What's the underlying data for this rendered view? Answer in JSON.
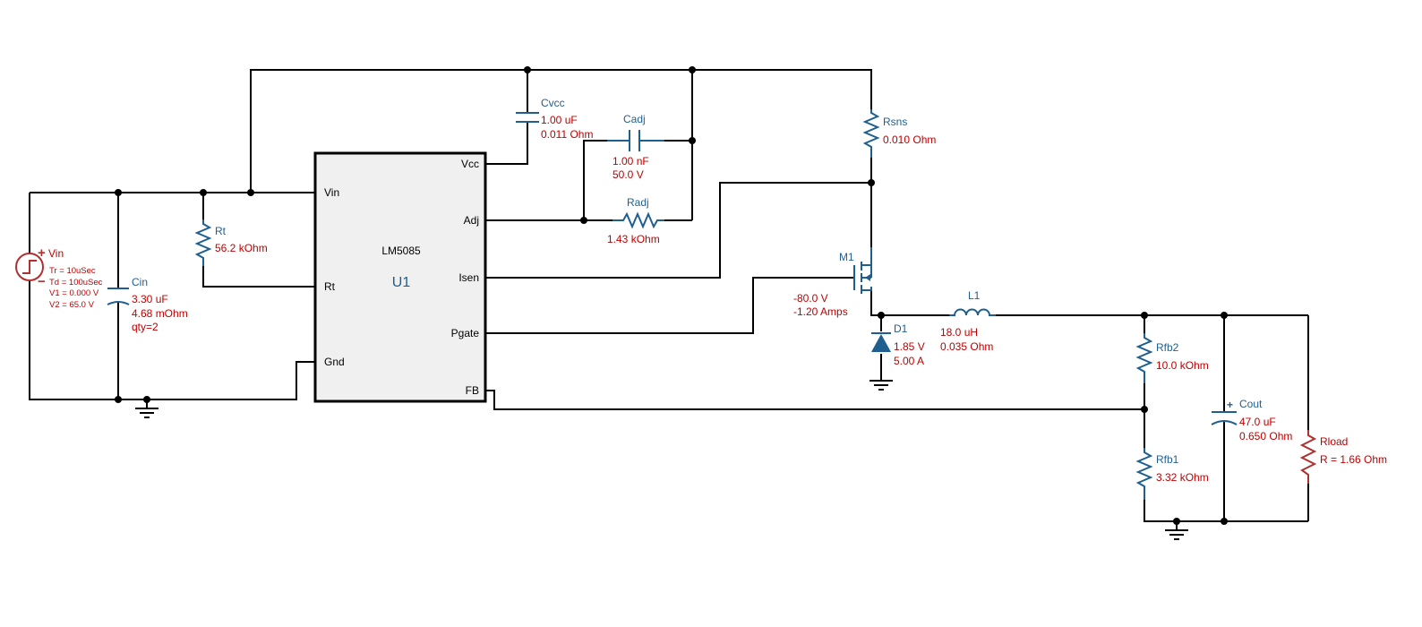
{
  "ic": {
    "part": "LM5085",
    "ref": "U1",
    "pins": {
      "vcc": "Vcc",
      "vin": "Vin",
      "adj": "Adj",
      "rt": "Rt",
      "isen": "Isen",
      "pgate": "Pgate",
      "gnd": "Gnd",
      "fb": "FB"
    }
  },
  "vin_source": {
    "name": "Vin",
    "plus": "+",
    "minus": "−",
    "params": [
      "Tr = 10uSec",
      "Td = 100uSec",
      "V1 = 0.000 V",
      "V2 = 65.0 V"
    ]
  },
  "cin": {
    "name": "Cin",
    "values": [
      "3.30 uF",
      "4.68 mOhm",
      "qty=2"
    ]
  },
  "rt": {
    "name": "Rt",
    "values": [
      "56.2 kOhm"
    ]
  },
  "cvcc": {
    "name": "Cvcc",
    "values": [
      "1.00 uF",
      "0.011 Ohm"
    ]
  },
  "cadj": {
    "name": "Cadj",
    "values": [
      "1.00 nF",
      "50.0 V"
    ]
  },
  "radj": {
    "name": "Radj",
    "values": [
      "1.43 kOhm"
    ]
  },
  "rsns": {
    "name": "Rsns",
    "values": [
      "0.010 Ohm"
    ]
  },
  "m1": {
    "name": "M1",
    "values": [
      "-80.0 V",
      "-1.20 Amps"
    ]
  },
  "d1": {
    "name": "D1",
    "values": [
      "1.85 V",
      "5.00 A"
    ]
  },
  "l1": {
    "name": "L1",
    "values": [
      "18.0 uH",
      "0.035 Ohm"
    ]
  },
  "rfb2": {
    "name": "Rfb2",
    "values": [
      "10.0 kOhm"
    ]
  },
  "rfb1": {
    "name": "Rfb1",
    "values": [
      "3.32 kOhm"
    ]
  },
  "cout": {
    "name": "Cout",
    "plus": "+",
    "values": [
      "47.0 uF",
      "0.650 Ohm"
    ]
  },
  "rload": {
    "name": "Rload",
    "values": [
      "R = 1.66 Ohm"
    ]
  },
  "colors": {
    "wire": "#000000",
    "component": "#1f5f8f",
    "value_text": "#c00000",
    "source": "#b03030",
    "ic_fill": "#f0f0f0"
  }
}
